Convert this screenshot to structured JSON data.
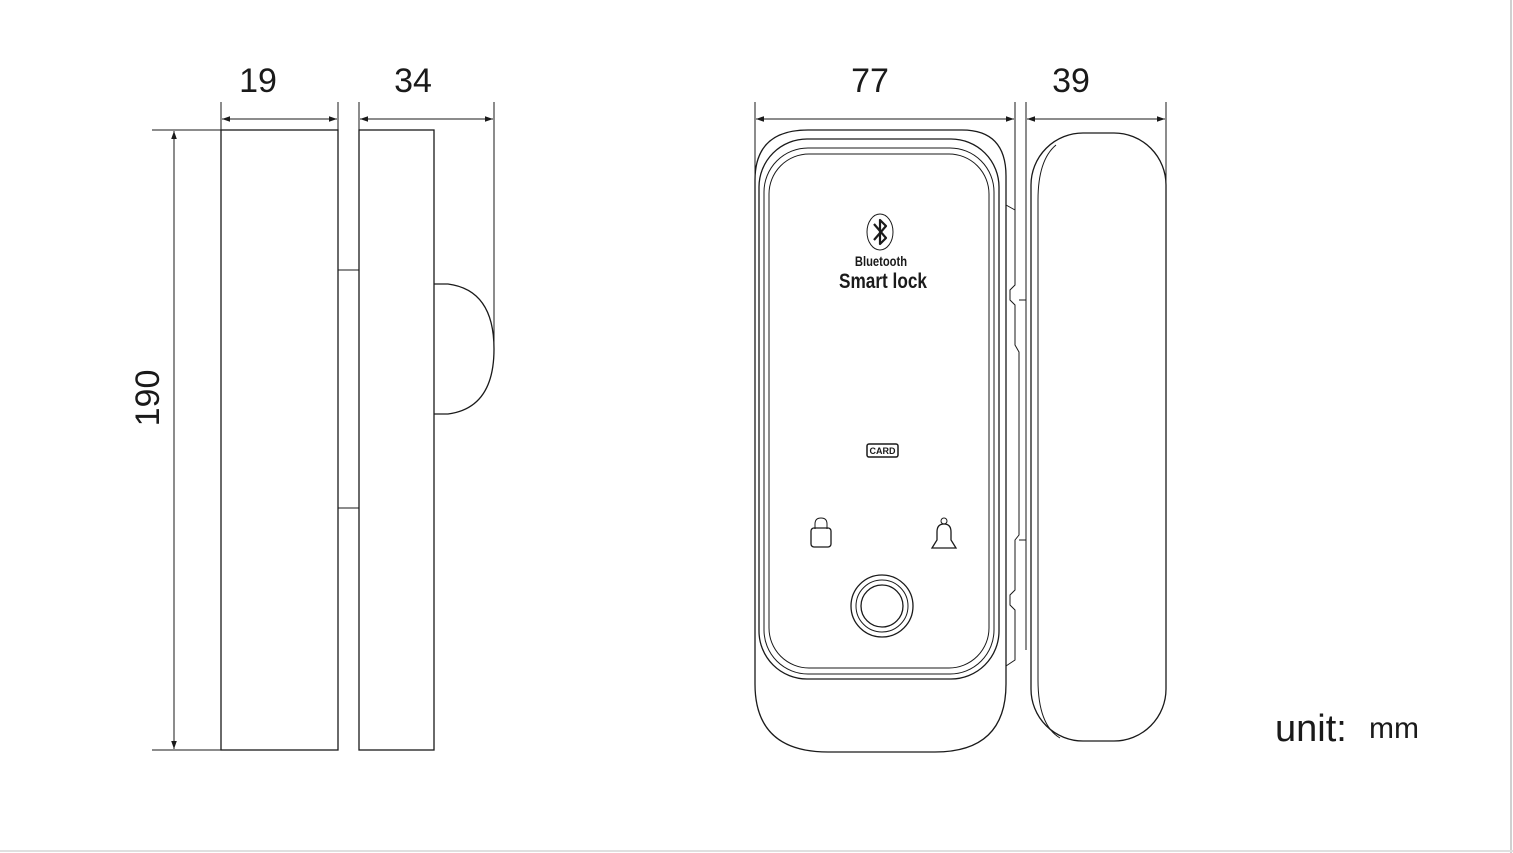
{
  "dimensions": {
    "side_small_width": "19",
    "side_large_width": "34",
    "height": "190",
    "front_width": "77",
    "front_depth": "39"
  },
  "labels": {
    "brand_small": "Bluetooth",
    "brand_main": "Smart lock",
    "card": "CARD",
    "unit_word": "unit:",
    "unit_value": "mm"
  },
  "icons": {
    "bluetooth": "bluetooth-icon",
    "lock": "padlock-icon",
    "bell": "doorbell-icon",
    "fingerprint": "fingerprint-sensor-icon"
  },
  "colors": {
    "line": "#1a1a1a",
    "background": "#ffffff"
  }
}
